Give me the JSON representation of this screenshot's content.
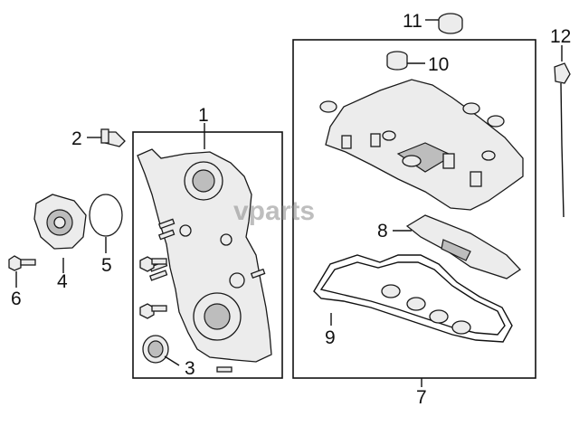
{
  "callouts": {
    "c1": "1",
    "c2": "2",
    "c3": "3",
    "c4": "4",
    "c5": "5",
    "c6": "6",
    "c7": "7",
    "c8": "8",
    "c9": "9",
    "c10": "10",
    "c11": "11",
    "c12": "12"
  },
  "watermark": "vparts",
  "colors": {
    "line": "#111111",
    "part_fill": "#ececec",
    "watermark": "#8a8a8a"
  }
}
